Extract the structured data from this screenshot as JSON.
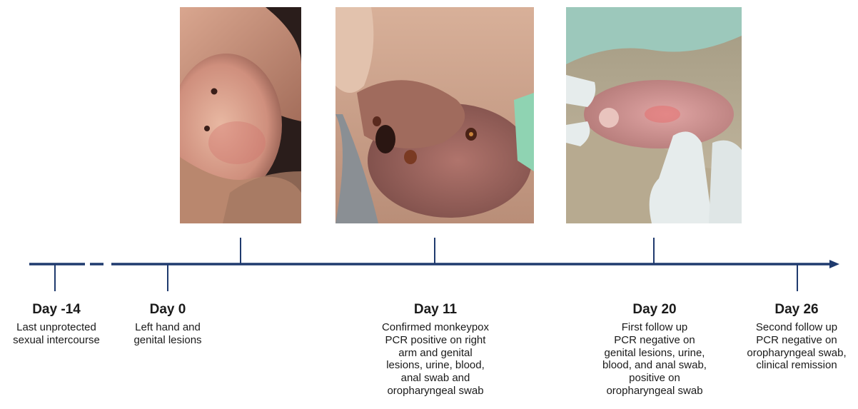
{
  "events": [
    {
      "day": "Day -14",
      "description": "Last unprotected\nsexual intercourse"
    },
    {
      "day": "Day 0",
      "description": "Left hand and\ngenital lesions"
    },
    {
      "day": "Day 11",
      "description": "Confirmed monkeypox\nPCR positive on right\narm and genital\nlesions, urine, blood,\nanal swab and\noropharyngeal swab"
    },
    {
      "day": "Day 20",
      "description": "First follow up\nPCR negative on\ngenital lesions, urine,\nblood, and anal swab,\npositive on\noropharyngeal swab"
    },
    {
      "day": "Day 26",
      "description": "Second follow up\nPCR negative on\noropharyngeal swab,\nclinical remission"
    }
  ],
  "colors": {
    "timeline": "#1f3a6e",
    "text": "#1a1a1a",
    "skin": "#c98a76",
    "glove": "#e6ecec",
    "drape_green": "#8fd3b2"
  },
  "photos": [
    {
      "icon": "clinical-photo-left-hand-lesions"
    },
    {
      "icon": "clinical-photo-genital-lesions-ulcerated"
    },
    {
      "icon": "clinical-photo-genital-follow-up"
    }
  ]
}
